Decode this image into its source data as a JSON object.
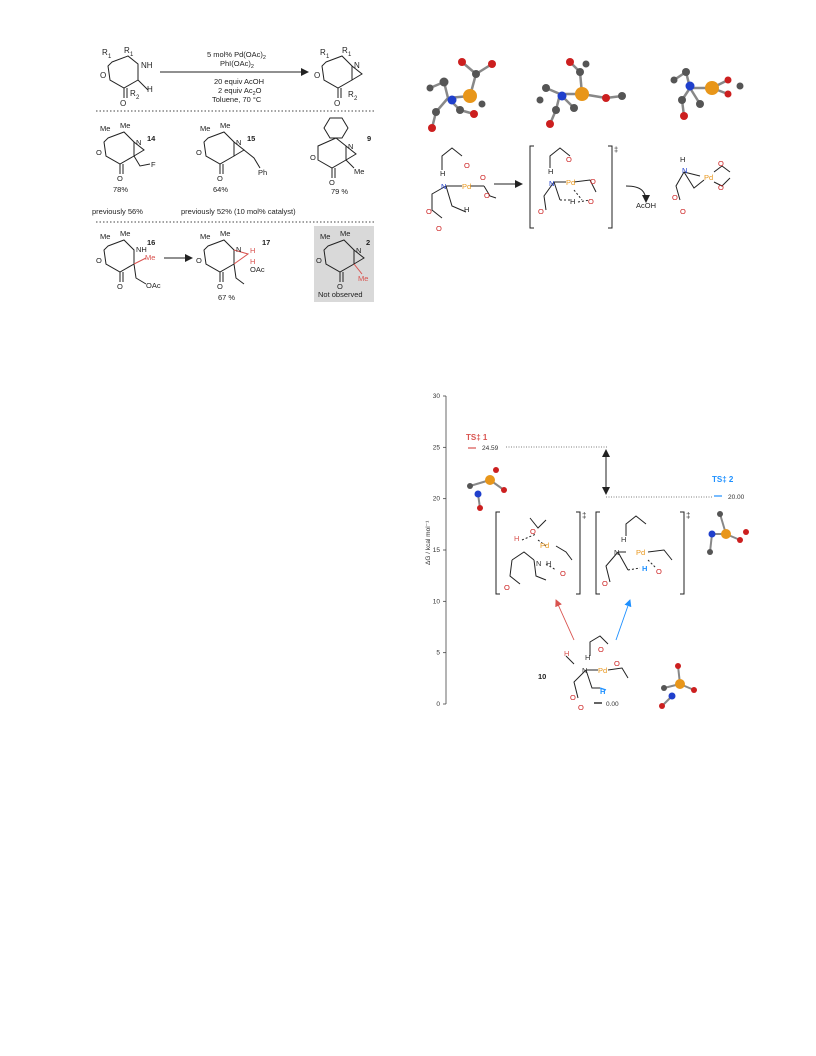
{
  "conditions": {
    "line1": "5 mol% Pd(OAc)",
    "line1_sub": "2",
    "line2": "PhI(OAc)",
    "line2_sub": "2",
    "line3": "20 equiv AcOH",
    "line4": "2 equiv Ac",
    "line4_sub": "2",
    "line4_end": "O",
    "line5": "Toluene, 70 °C"
  },
  "atoms": {
    "R1": "R",
    "R1_sub": "1",
    "R2": "R",
    "R2_sub": "2",
    "NH": "NH",
    "N": "N",
    "O": "O",
    "H": "H",
    "F": "F",
    "Ph": "Ph",
    "Me": "Me",
    "OAc": "OAc",
    "Pd": "Pd"
  },
  "compounds": {
    "c14": {
      "id": "14",
      "yield": "78%",
      "note": "previously 56%"
    },
    "c15": {
      "id": "15",
      "yield": "64%",
      "note": "previously 52% (10 mol% catalyst)"
    },
    "c9": {
      "id": "9",
      "yield": "79 %"
    },
    "c16": {
      "id": "16"
    },
    "c17": {
      "id": "17",
      "yield": "67 %"
    },
    "c2": {
      "id": "2",
      "note": "Not observed"
    }
  },
  "mechanism": {
    "dagger": "‡",
    "byproduct": "AcOH"
  },
  "energy_diagram": {
    "ylabel": "ΔG / kcal mol⁻¹",
    "ticks": [
      "0",
      "5",
      "10",
      "15",
      "20",
      "25",
      "30"
    ],
    "ts1_label": "TS‡ 1",
    "ts1_value": "24.59",
    "ts2_label": "TS‡ 2",
    "ts2_value": "20.00",
    "ground_label": "10",
    "ground_value": "0.00",
    "colors": {
      "ts1": "#d9534f",
      "ts2": "#1e90ff",
      "pd": "#e8961a",
      "oxygen": "#cc1f1f",
      "nitrogen": "#1f3fcc"
    }
  }
}
